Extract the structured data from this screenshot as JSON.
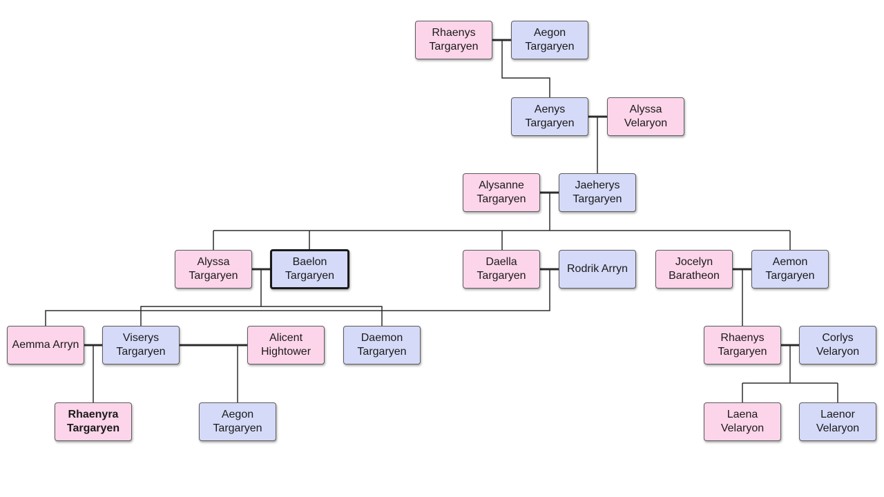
{
  "colors": {
    "female_fill": "#fdd5ea",
    "male_fill": "#d5daf8",
    "border": "#5b5b5b",
    "line": "#2b2b2b"
  },
  "people": {
    "rhaenys_1": {
      "name": "Rhaenys Targaryen",
      "gender": "female"
    },
    "aegon_1": {
      "name": "Aegon Targaryen",
      "gender": "male"
    },
    "aenys": {
      "name": "Aenys Targaryen",
      "gender": "male"
    },
    "alyssa_v": {
      "name": "Alyssa Velaryon",
      "gender": "female"
    },
    "alysanne": {
      "name": "Alysanne Targaryen",
      "gender": "female"
    },
    "jaehaerys": {
      "name": "Jaeherys Targaryen",
      "gender": "male"
    },
    "alyssa_t": {
      "name": "Alyssa Targaryen",
      "gender": "female"
    },
    "baelon": {
      "name": "Baelon Targaryen",
      "gender": "male",
      "focused": true
    },
    "daella": {
      "name": "Daella Targaryen",
      "gender": "female"
    },
    "rodrik": {
      "name": "Rodrik Arryn",
      "gender": "male"
    },
    "jocelyn": {
      "name": "Jocelyn Baratheon",
      "gender": "female"
    },
    "aemon": {
      "name": "Aemon Targaryen",
      "gender": "male"
    },
    "aemma": {
      "name": "Aemma Arryn",
      "gender": "female"
    },
    "viserys": {
      "name": "Viserys Targaryen",
      "gender": "male"
    },
    "alicent": {
      "name": "Alicent Hightower",
      "gender": "female"
    },
    "daemon": {
      "name": "Daemon Targaryen",
      "gender": "male"
    },
    "rhaenys_2": {
      "name": "Rhaenys Targaryen",
      "gender": "female"
    },
    "corlys": {
      "name": "Corlys Velaryon",
      "gender": "male"
    },
    "rhaenyra": {
      "name": "Rhaenyra Targaryen",
      "gender": "female",
      "bold": true
    },
    "aegon_2": {
      "name": "Aegon Targaryen",
      "gender": "male"
    },
    "laena": {
      "name": "Laena Velaryon",
      "gender": "female"
    },
    "laenor": {
      "name": "Laenor Velaryon",
      "gender": "male"
    }
  }
}
